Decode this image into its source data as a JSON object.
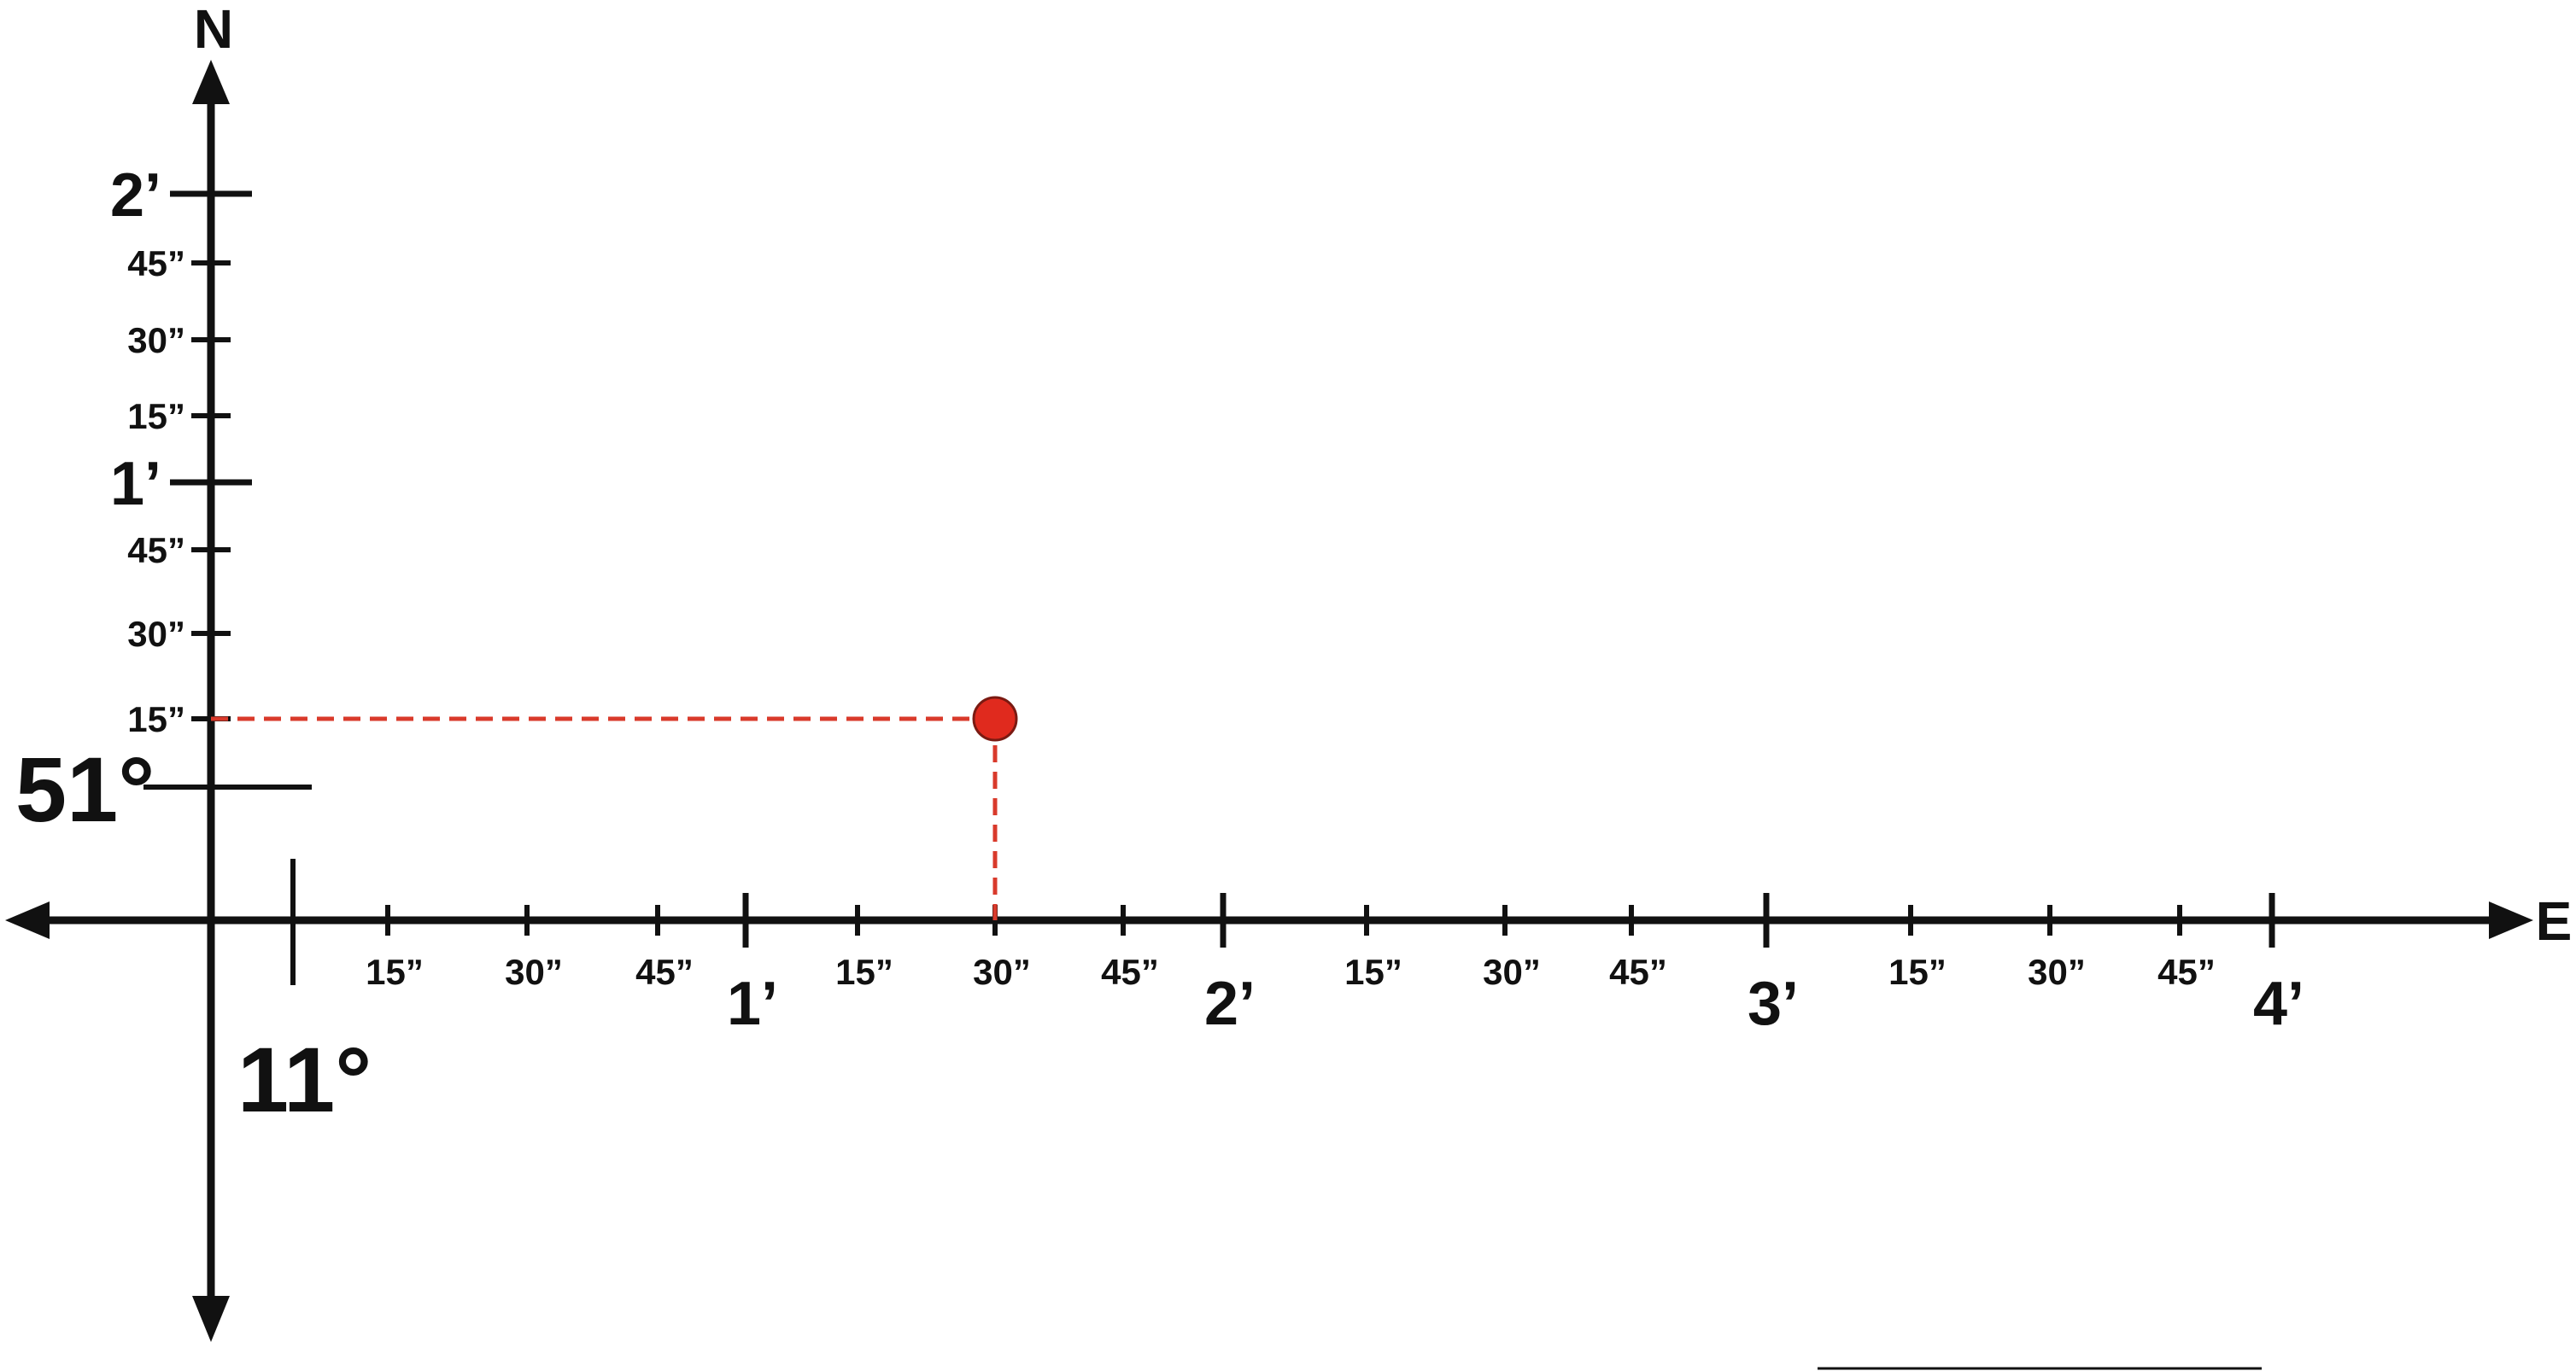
{
  "colors": {
    "axis": "#111111",
    "accent": "#d93a2b",
    "point_fill": "#e02a1e",
    "point_stroke": "#7a1a12"
  },
  "axes": {
    "north_label": "N",
    "east_label": "E"
  },
  "origin": {
    "latitude_label": "51°",
    "longitude_label": "11°"
  },
  "north_ticks": [
    {
      "label": "15”",
      "kind": "minor"
    },
    {
      "label": "30”",
      "kind": "minor"
    },
    {
      "label": "45”",
      "kind": "minor"
    },
    {
      "label": "1’",
      "kind": "major"
    },
    {
      "label": "15”",
      "kind": "minor"
    },
    {
      "label": "30”",
      "kind": "minor"
    },
    {
      "label": "45”",
      "kind": "minor"
    },
    {
      "label": "2’",
      "kind": "major"
    }
  ],
  "east_ticks": [
    {
      "label": "15”",
      "kind": "minor"
    },
    {
      "label": "30”",
      "kind": "minor"
    },
    {
      "label": "45”",
      "kind": "minor"
    },
    {
      "label": "1’",
      "kind": "major"
    },
    {
      "label": "15”",
      "kind": "minor"
    },
    {
      "label": "30”",
      "kind": "minor"
    },
    {
      "label": "45”",
      "kind": "minor"
    },
    {
      "label": "2’",
      "kind": "major"
    },
    {
      "label": "15”",
      "kind": "minor"
    },
    {
      "label": "30”",
      "kind": "minor"
    },
    {
      "label": "45”",
      "kind": "minor"
    },
    {
      "label": "3’",
      "kind": "major"
    },
    {
      "label": "15”",
      "kind": "minor"
    },
    {
      "label": "30”",
      "kind": "minor"
    },
    {
      "label": "45”",
      "kind": "minor"
    },
    {
      "label": "4’",
      "kind": "major"
    }
  ],
  "point": {
    "east_tick_index": 5,
    "north_tick_index": 0
  }
}
